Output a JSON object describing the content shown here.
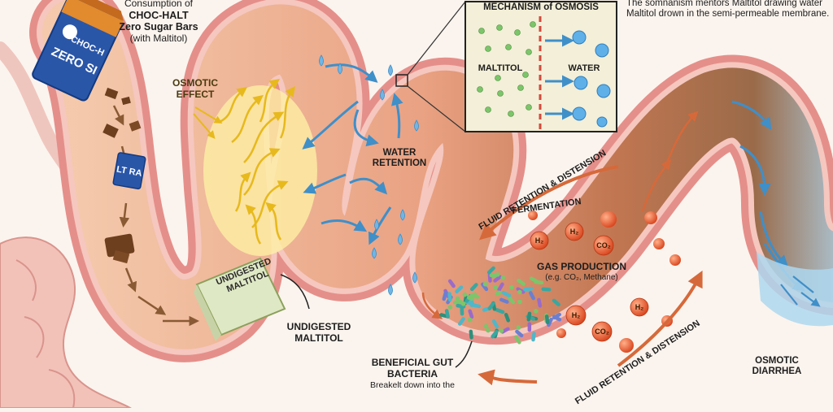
{
  "intro": {
    "line1": "Consumption of",
    "line2": "CHOC-HALT",
    "line3": "Zero Sugar Bars",
    "line4": "(with Maltitol)"
  },
  "wrapper": {
    "brand_top": "CHOC-H",
    "brand_main": "ZERO SI",
    "piece_text": "LT RA"
  },
  "osmotic_effect": "OSMOTIC EFFECT",
  "water_retention": "WATER RETENTION",
  "undigested_block": "UNDIGESTED MALTITOL",
  "undigested_label": "UNDIGESTED MALTITOL",
  "bacteria": {
    "title": "BENEFICIAL GUT BACTERIA",
    "sub": "Breakelt down into the"
  },
  "fermentation": "FERMENTATION",
  "gas": {
    "title": "GAS PRODUCTION",
    "sub": "(e.g. CO₂, Methane)"
  },
  "fluid_upper": "FLUID RETENTION & DISTENSION",
  "fluid_lower": "FLUID RETENTION & DISTENSION",
  "diarrhea": "OSMOTIC DIARRHEA",
  "mechanism": {
    "title": "MECHANISM of OSMOSIS",
    "left_label": "MALTITOL",
    "right_label": "WATER"
  },
  "note": "The somnanism mentors Maltitol drawing water Maltitol drown in the semi-permeable membrane.",
  "gas_bubbles": [
    "H₂",
    "H₂",
    "CO₂",
    "H₂",
    "CO₂",
    "H₂"
  ],
  "colors": {
    "background": "#fbf4ee",
    "intestine_wall": "#e58f8a",
    "intestine_inner": "#f6c3bb",
    "water": "#6fb6e6",
    "osmotic_arrows": "#f2d23b",
    "maltitol_dots": "#7cc56a",
    "gas_bubbles": "#e8572a",
    "stool": "#8a5a34"
  }
}
